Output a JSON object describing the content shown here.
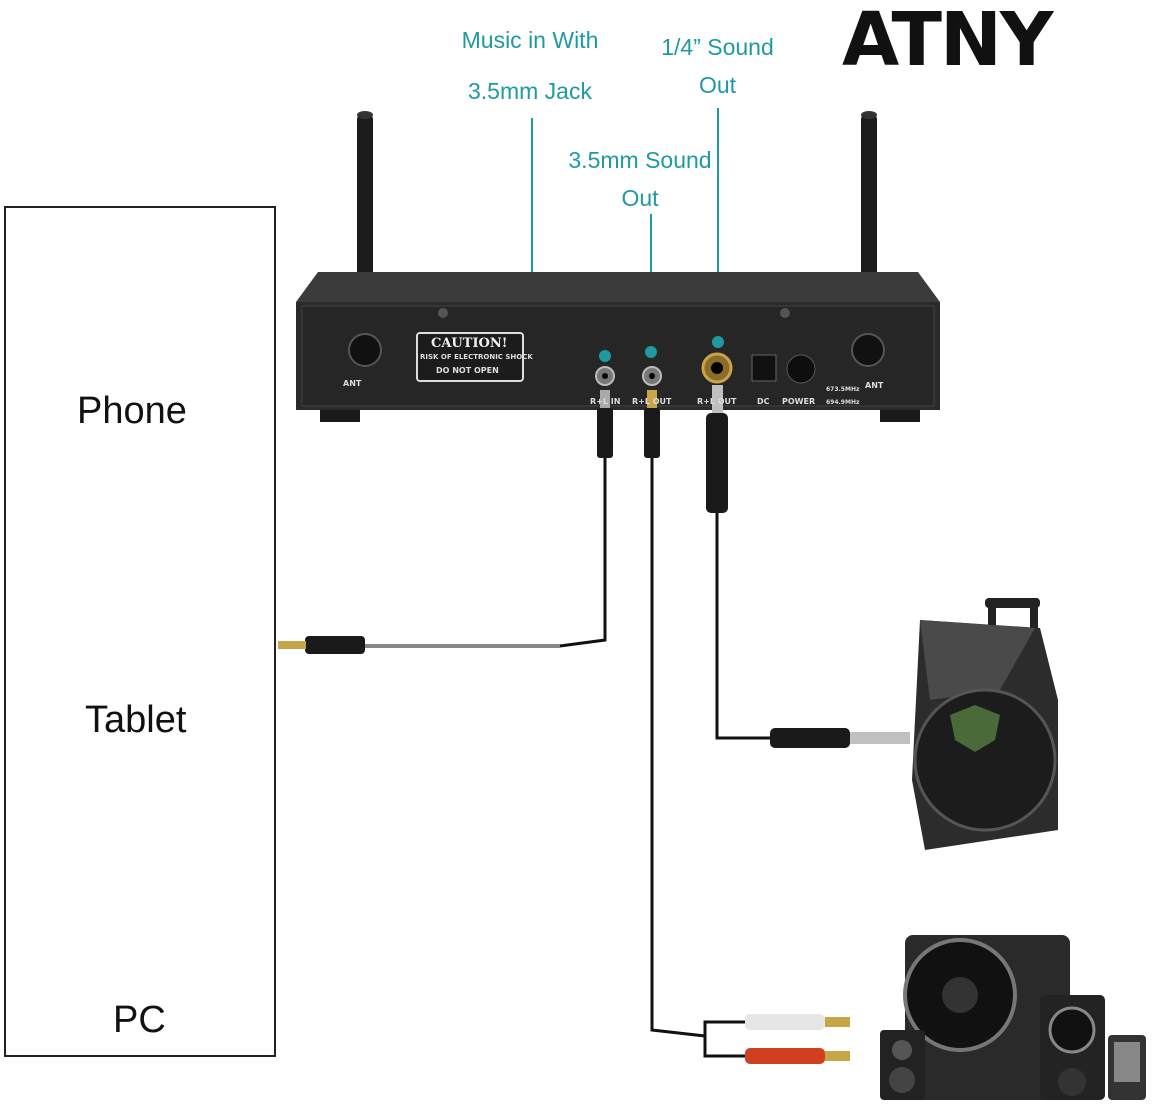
{
  "brand": {
    "logo_text": "ATNY"
  },
  "callouts": {
    "music_in_line1": "Music in With",
    "music_in_line2": "3.5mm Jack",
    "quarter_out_line1": "1/4” Sound",
    "quarter_out_line2": "Out",
    "mm_out_line1": "3.5mm Sound",
    "mm_out_line2": "Out"
  },
  "devices": {
    "phone": "Phone",
    "tablet": "Tablet",
    "pc": "PC"
  },
  "receiver_panel": {
    "caution_title": "CAUTION!",
    "caution_line1": "RISK OF ELECTRONIC SHOCK",
    "caution_line2": "DO NOT OPEN",
    "ant_left": "ANT",
    "ant_right": "ANT",
    "port_in": "R+L IN",
    "port_out1": "R+L OUT",
    "port_out2": "R+L OUT",
    "dc": "DC",
    "power": "POWER",
    "freq1": "673.5MHz",
    "freq2": "694.9MHz"
  },
  "colors": {
    "accent": "#1f9aa1",
    "receiver": "#2b2b2b",
    "cable": "#111111"
  }
}
